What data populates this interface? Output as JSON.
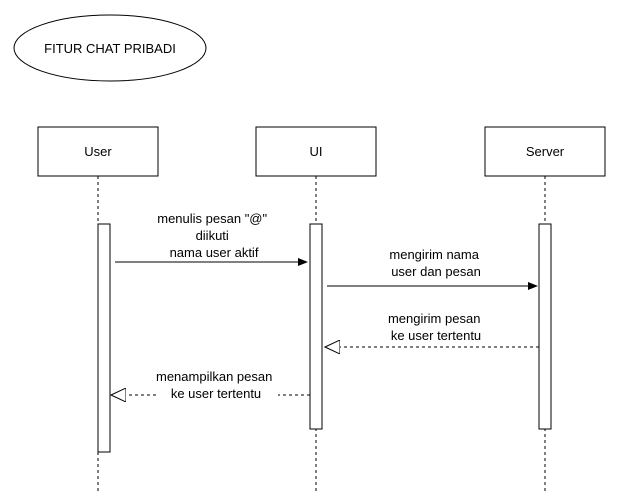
{
  "title": "FITUR CHAT PRIBADI",
  "participants": [
    {
      "id": "user",
      "label": "User"
    },
    {
      "id": "ui",
      "label": "UI"
    },
    {
      "id": "server",
      "label": "Server"
    }
  ],
  "messages": [
    {
      "from": "user",
      "to": "ui",
      "style": "solid",
      "lines": [
        "menulis pesan \"@\"",
        "diikuti",
        "nama user aktif"
      ]
    },
    {
      "from": "ui",
      "to": "server",
      "style": "solid",
      "lines": [
        "mengirim nama",
        "user dan pesan"
      ]
    },
    {
      "from": "server",
      "to": "ui",
      "style": "dashed",
      "lines": [
        "mengirim pesan",
        "ke user tertentu"
      ]
    },
    {
      "from": "ui",
      "to": "user",
      "style": "dashed",
      "lines": [
        "menampilkan pesan",
        "ke user tertentu"
      ]
    }
  ]
}
